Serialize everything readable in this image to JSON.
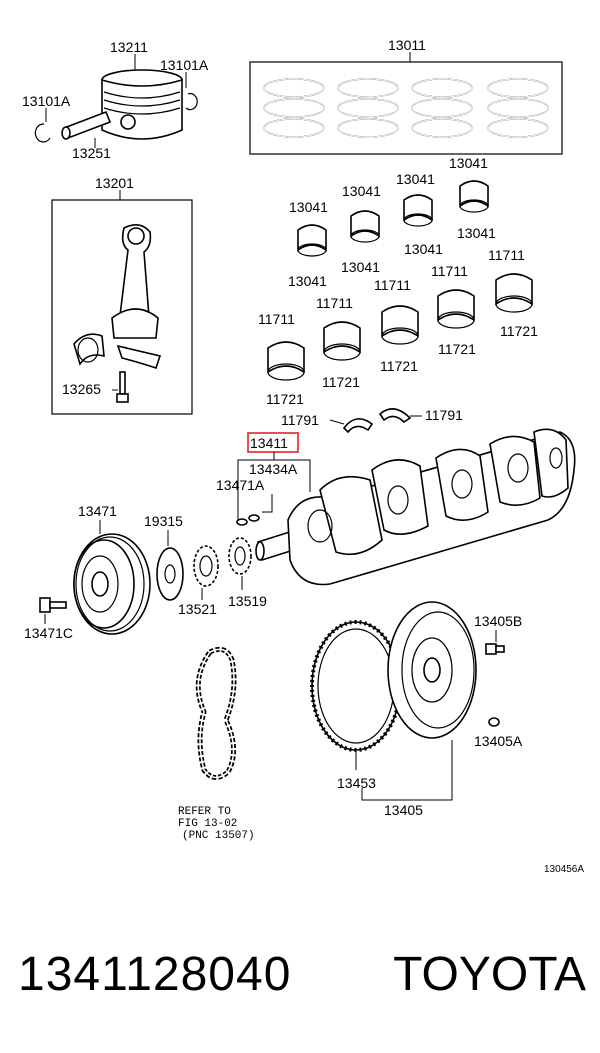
{
  "diagram": {
    "labels": {
      "p13211": "13211",
      "p13101A_left": "13101A",
      "p13101A_right": "13101A",
      "p13251": "13251",
      "p13011": "13011",
      "p13201": "13201",
      "p13265": "13265",
      "p13041_a": "13041",
      "p13041_b": "13041",
      "p13041_c": "13041",
      "p13041_d": "13041",
      "p13041_e": "13041",
      "p13041_f": "13041",
      "p13041_g": "13041",
      "p13041_h": "13041",
      "p11711_a": "11711",
      "p11711_b": "11711",
      "p11711_c": "11711",
      "p11711_d": "11711",
      "p11711_e": "11711",
      "p11721_a": "11721",
      "p11721_b": "11721",
      "p11721_c": "11721",
      "p11721_d": "11721",
      "p11721_e": "11721",
      "p11791_left": "11791",
      "p11791_right": "11791",
      "p13411": "13411",
      "p13434A": "13434A",
      "p13471A": "13471A",
      "p13471": "13471",
      "p19315": "19315",
      "p13471C": "13471C",
      "p13521": "13521",
      "p13519": "13519",
      "p13405B": "13405B",
      "p13405A": "13405A",
      "p13453": "13453",
      "p13405": "13405",
      "refer_line1": "REFER TO",
      "refer_line2": "FIG 13-02",
      "refer_line3": "(PNC 13507)",
      "figure_code": "130456A"
    },
    "highlight_color": "#e0242c"
  },
  "footer": {
    "part_number": "1341128040",
    "brand": "TOYOTA"
  }
}
